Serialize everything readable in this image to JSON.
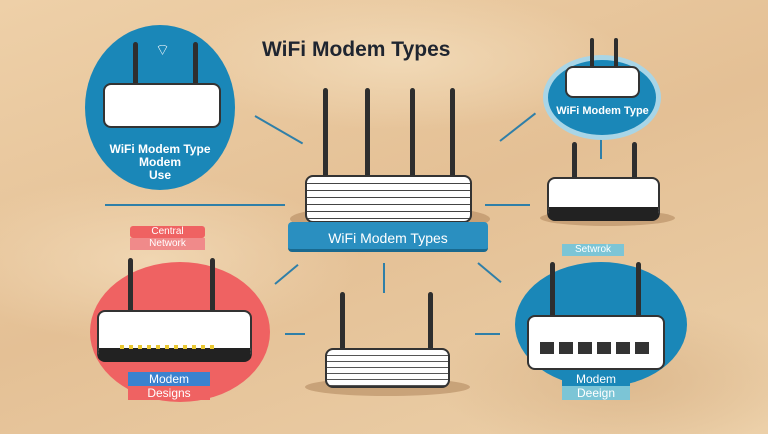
{
  "title": "WiFi Modem Types",
  "top_left": {
    "line1": "WiFi Modem Type",
    "line2": "Modem",
    "line3": "Use"
  },
  "center_label": "WiFi Modem Types",
  "top_right_label": "WiFi Modem Type",
  "central_network": {
    "line1": "Central",
    "line2": "Network"
  },
  "setwork_tag": "Setwrok",
  "bottom_left": {
    "line1": "Modem",
    "line2": "Designs"
  },
  "bottom_right": {
    "line1": "Modem",
    "line2": "Deeign"
  },
  "colors": {
    "blue": "#1a87b8",
    "red": "#ef6262",
    "bg": "#e9c9a0"
  }
}
